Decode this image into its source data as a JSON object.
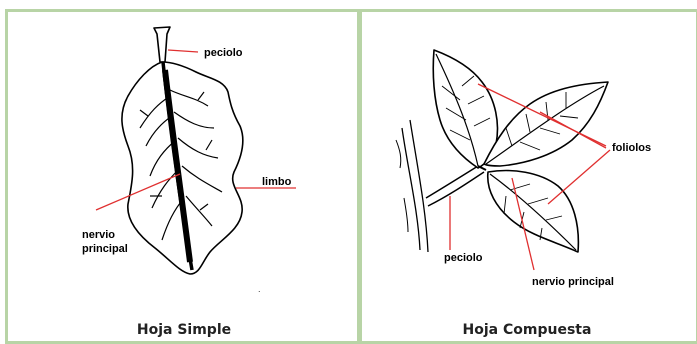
{
  "panels": [
    {
      "caption": "Hoja Simple",
      "labels": {
        "petiole": "peciolo",
        "blade": "limbo",
        "vein": "nervio\nprincipal"
      }
    },
    {
      "caption": "Hoja Compuesta",
      "labels": {
        "leaflets": "foliolos",
        "petiole": "peciolo",
        "vein": "nervio principal"
      }
    }
  ],
  "colors": {
    "border": "#b8d4a6",
    "pointer": "#e03030",
    "ink": "#000000"
  }
}
